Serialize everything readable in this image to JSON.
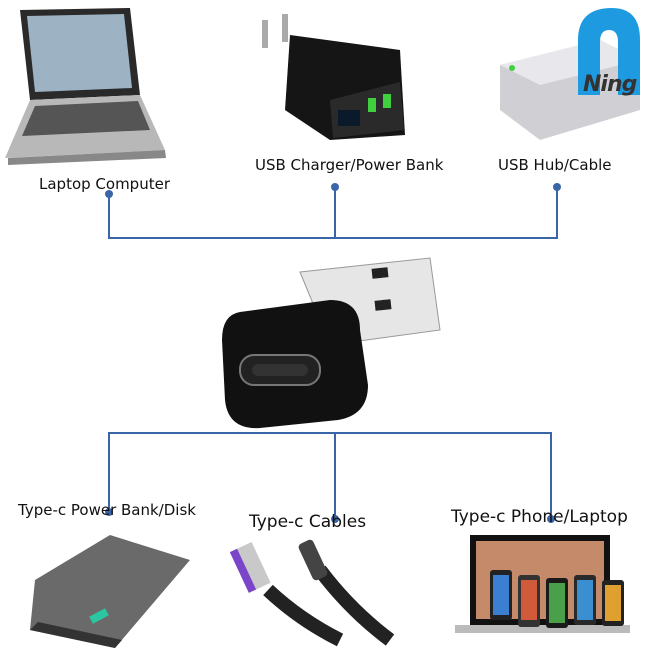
{
  "inputs": {
    "laptop": "Laptop Computer",
    "charger": "USB Charger/Power Bank",
    "hub": "USB Hub/Cable"
  },
  "outputs": {
    "powerbank": "Type-c Power Bank/Disk",
    "cables": "Type-c Cables",
    "phone": "Type-c Phone/Laptop"
  },
  "logo": {
    "text": "Ning"
  },
  "colors": {
    "connector_line": "#3a65a8",
    "logo_blue": "#1e9be0"
  }
}
